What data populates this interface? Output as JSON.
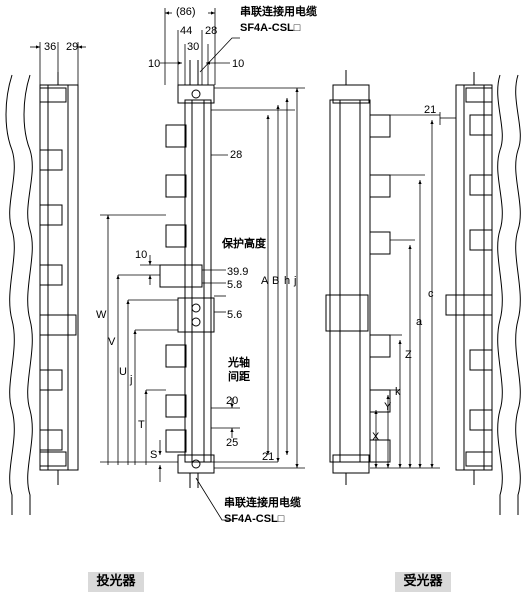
{
  "captions": {
    "emitter": "投光器",
    "receiver": "受光器",
    "cable_top_cn": "串联连接用电缆",
    "cable_top_model": "SF4A-CSL□",
    "cable_bottom_cn": "串联连接用电缆",
    "cable_bottom_model": "SF4A-CSL□",
    "protect_height_cn": "保护高度",
    "beam_pitch_cn_1": "光轴",
    "beam_pitch_cn_2": "间距"
  },
  "dimensions": {
    "d36": "36",
    "d29": "29",
    "d86": "(86)",
    "d44": "44",
    "d28_top": "28",
    "d30": "30",
    "d10_left": "10",
    "d10_right": "10",
    "d28_side": "28",
    "d10_bracket": "10",
    "d39_9": "39.9",
    "d5_8": "5.8",
    "d5_6": "5.6",
    "d20": "20",
    "d25": "25",
    "d21_bottom": "21",
    "d21_top_right": "21",
    "W": "W",
    "V": "V",
    "U": "U",
    "j_left": "j",
    "T": "T",
    "S": "S",
    "A": "A",
    "B": "B",
    "h": "h",
    "j_mid": "j",
    "c": "c",
    "a": "a",
    "Z": "Z",
    "Y": "Y",
    "k": "k",
    "X": "X"
  }
}
